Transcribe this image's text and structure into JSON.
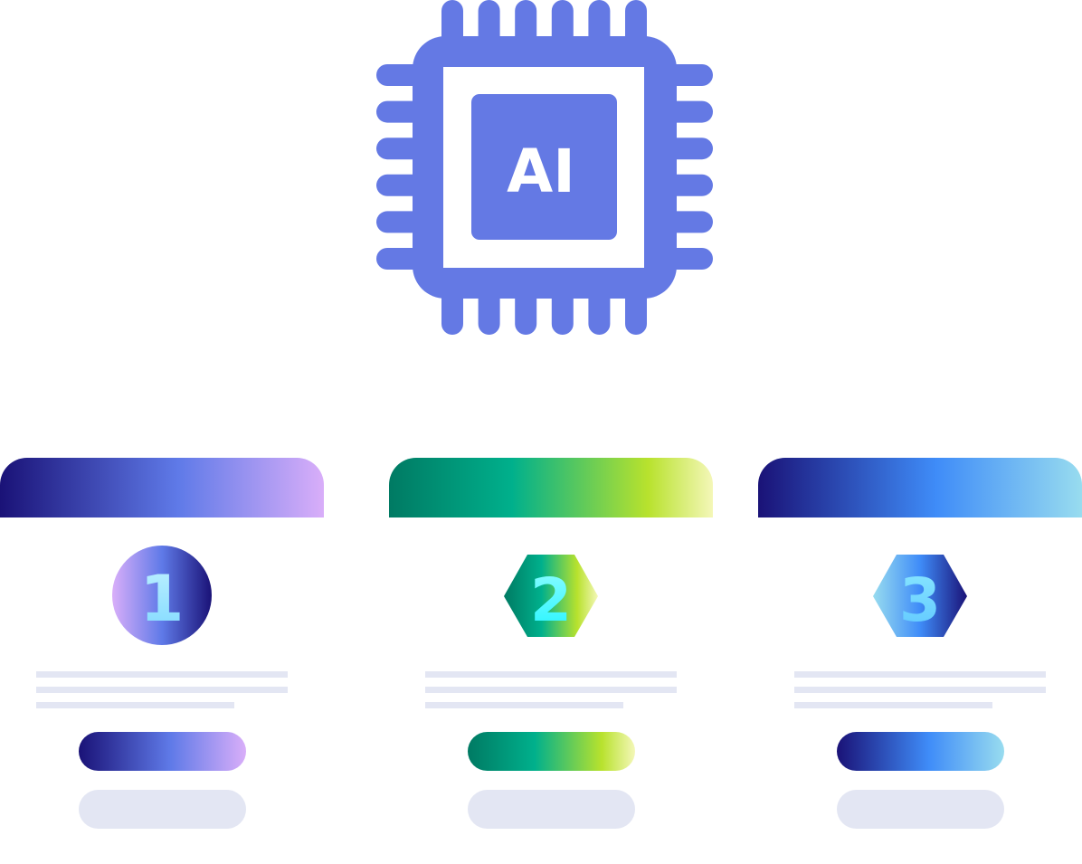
{
  "colors": {
    "chip": "#6479e4",
    "placeholder": "#e3e6f3",
    "white": "#ffffff"
  },
  "chip": {
    "icon": "ai-chip-icon",
    "label": "AI"
  },
  "cards": [
    {
      "number": "1",
      "badge_shape": "circle",
      "gradient": [
        "#1a1277",
        "#5f7ae8",
        "#d9aef9"
      ],
      "badge_gradient": [
        "#d9aef9",
        "#5f7ae8",
        "#1a1277"
      ],
      "number_color": [
        "#bff1ff",
        "#7fd9ff"
      ]
    },
    {
      "number": "2",
      "badge_shape": "hexagon",
      "gradient": [
        "#007a63",
        "#00b08c",
        "#b8e22d",
        "#f4f7b8"
      ],
      "badge_gradient": [
        "#007a63",
        "#00b08c",
        "#b8e22d",
        "#f4f7b8"
      ],
      "number_color": [
        "#8ffcff",
        "#22f5ff"
      ]
    },
    {
      "number": "3",
      "badge_shape": "hexagon",
      "gradient": [
        "#1a1277",
        "#3f8cf8",
        "#98dcef"
      ],
      "badge_gradient": [
        "#98dcef",
        "#3f8cf8",
        "#1a1277"
      ],
      "number_color": [
        "#89e7ff",
        "#5fc7ff"
      ]
    }
  ]
}
